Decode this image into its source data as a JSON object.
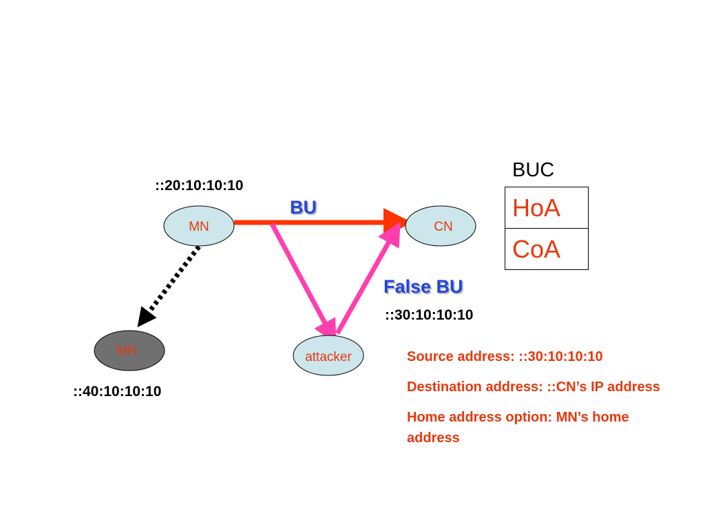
{
  "nodes": {
    "mn_home": "MN",
    "cn": "CN",
    "mn_moved": "MN",
    "attacker": "attacker"
  },
  "addresses": {
    "mn_home": "::20:10:10:10",
    "attacker": "::30:10:10:10",
    "mn_moved": "::40:10:10:10"
  },
  "labels": {
    "bu": "BU",
    "false_bu": "False BU"
  },
  "buc": {
    "title": "BUC",
    "rows": [
      "HoA",
      "CoA"
    ]
  },
  "info_lines": [
    "Source address: ::30:10:10:10",
    "Destination address: ::CN’s IP address",
    "Home address option: MN’s home address"
  ],
  "colors": {
    "node_fill_light": "#cce6ec",
    "node_fill_gray": "#707070",
    "bu_arrow": "#ff3300",
    "false_bu_arrow": "#ff3fae",
    "label_blue": "#2244dd",
    "text_red": "#e8380d"
  }
}
